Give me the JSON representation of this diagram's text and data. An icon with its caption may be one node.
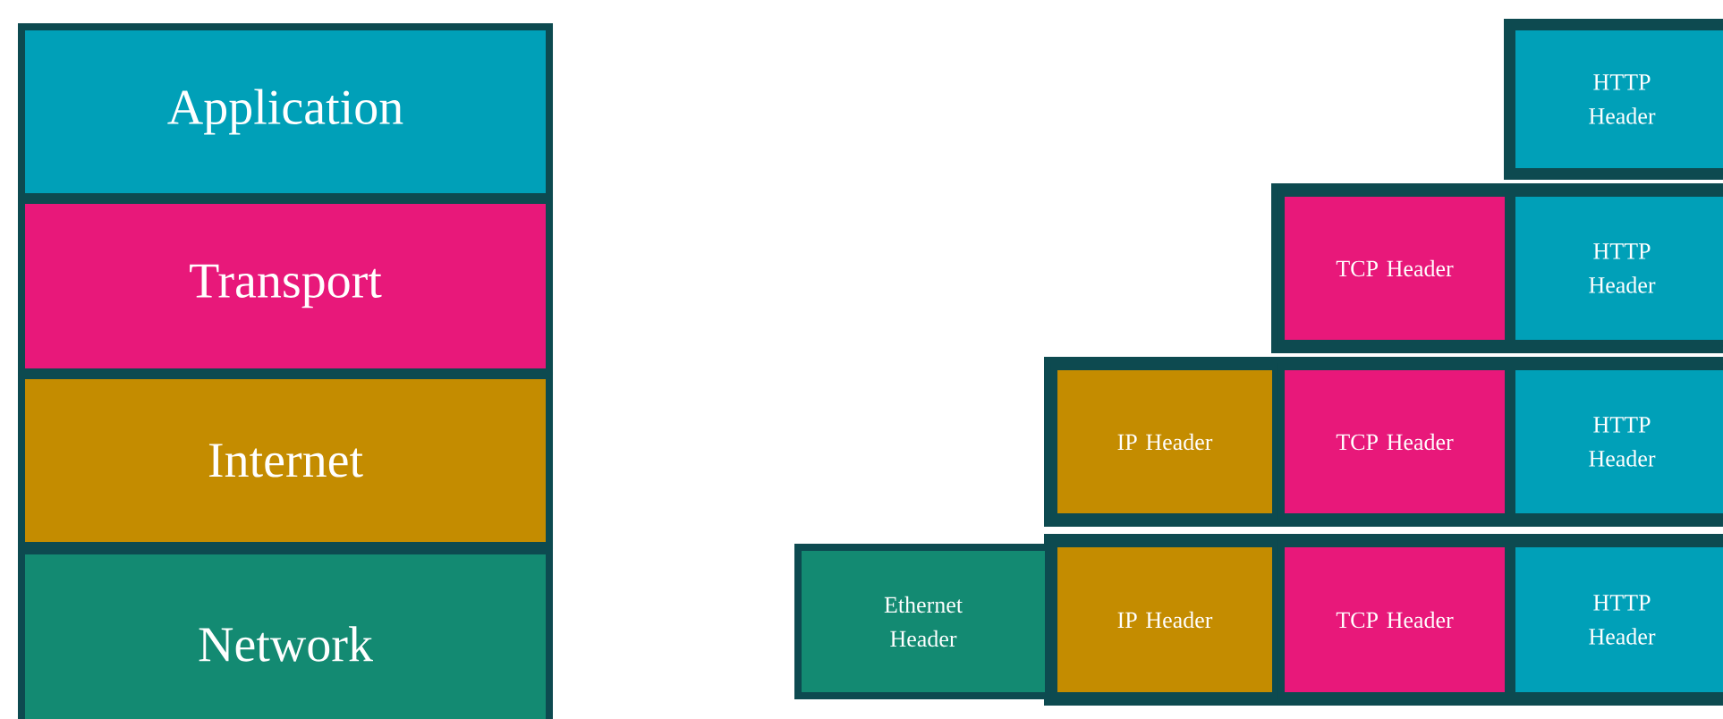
{
  "diagram": {
    "nodes": [
      {
        "text": [
          "Application"
        ]
      },
      {
        "text": [
          "Transport"
        ]
      },
      {
        "text": [
          "Internet"
        ]
      },
      {
        "text": [
          "Network"
        ]
      },
      {
        "text": [
          "HTTP Header"
        ]
      },
      {
        "text": [
          "TCP Header"
        ]
      },
      {
        "text": [
          "HTTP Header"
        ]
      },
      {
        "text": [
          "IP Header"
        ]
      },
      {
        "text": [
          "TCP Header"
        ]
      },
      {
        "text": [
          "HTTP Header"
        ]
      },
      {
        "text": [
          "Ethernet Header"
        ]
      },
      {
        "text": [
          "IP Header"
        ]
      },
      {
        "text": [
          "TCP Header"
        ]
      },
      {
        "text": [
          "HTTP Header"
        ]
      }
    ]
  }
}
